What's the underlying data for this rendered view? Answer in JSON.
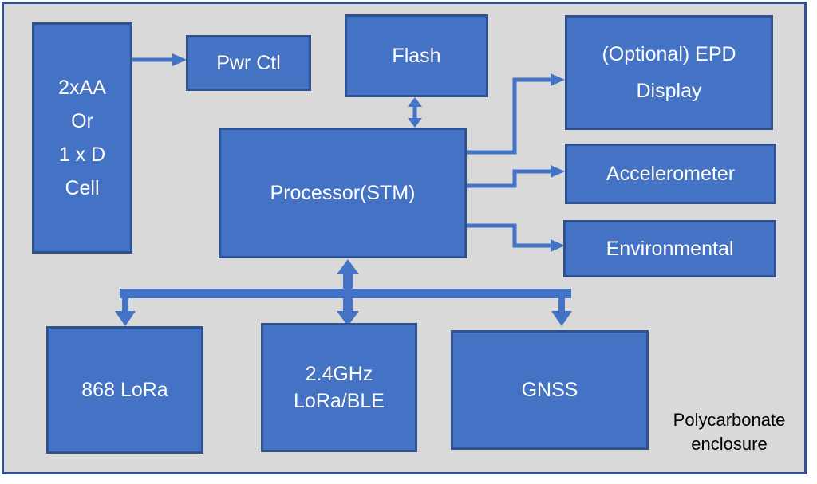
{
  "blocks": {
    "battery": [
      "2xAA",
      "Or",
      "1 x D",
      "Cell"
    ],
    "pwr_ctl": "Pwr Ctl",
    "flash": "Flash",
    "epd": [
      "(Optional) EPD",
      "Display"
    ],
    "processor": "Processor(STM)",
    "accelerometer": "Accelerometer",
    "environmental": "Environmental",
    "lora868": "868 LoRa",
    "lora24": [
      "2.4GHz",
      "LoRa/BLE"
    ],
    "gnss": "GNSS"
  },
  "note": [
    "Polycarbonate",
    "enclosure"
  ],
  "colors": {
    "block_fill": "#4472c4",
    "block_border": "#2f528f",
    "background": "#d9d9d9"
  }
}
